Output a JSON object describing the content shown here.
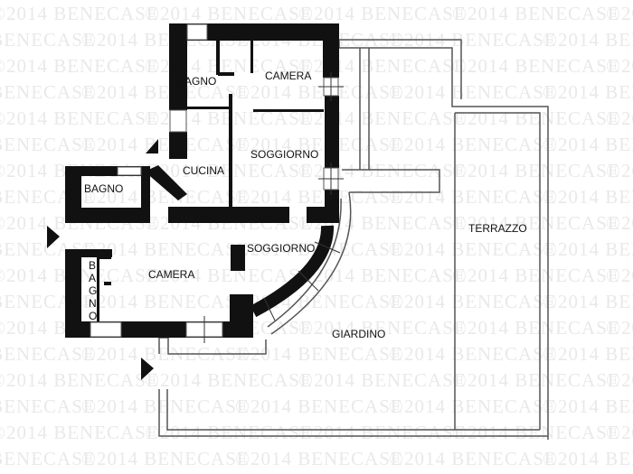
{
  "watermark": {
    "text": "©2014 BENECASE"
  },
  "rooms": {
    "bagno_top": "BAGNO",
    "camera_top": "CAMERA",
    "soggiorno_top": "SOGGIORNO",
    "cucina": "CUCINA",
    "bagno_left": "BAGNO",
    "soggiorno_bottom": "SOGGIORNO",
    "camera_bottom": "CAMERA",
    "bagno_vertical": [
      "B",
      "A",
      "G",
      "N",
      "O"
    ],
    "terrazzo": "TERRAZZO",
    "giardino": "GIARDINO"
  },
  "colors": {
    "wall": "#111111",
    "thin_line": "#555555",
    "watermark": "#e9e9e9",
    "background": "#ffffff"
  }
}
